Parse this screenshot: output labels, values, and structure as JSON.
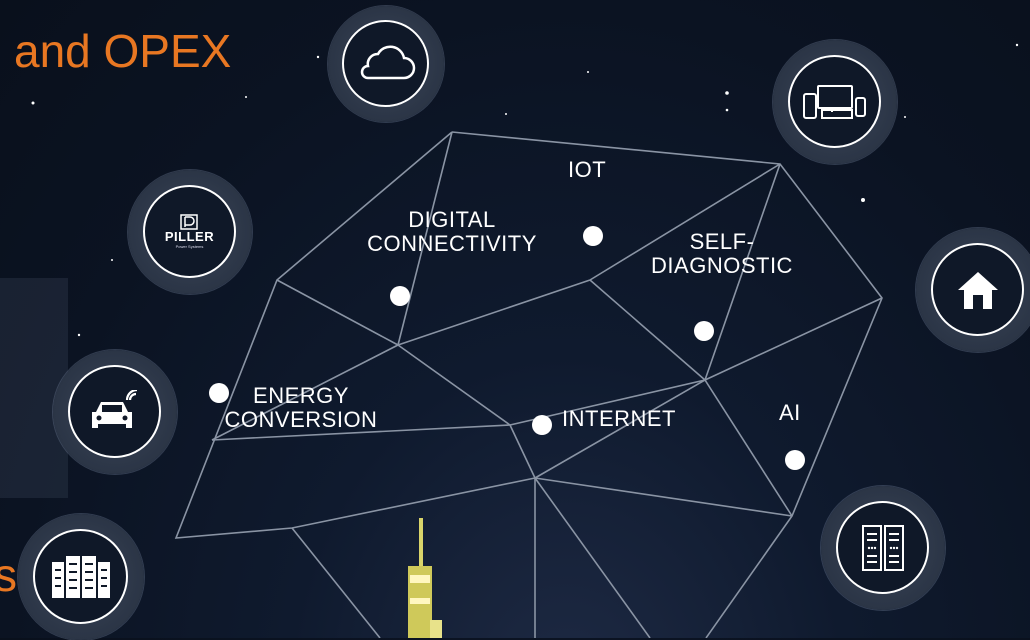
{
  "title": "and OPEX",
  "cut_letter": "s",
  "labels": {
    "iot": "IOT",
    "digital_line1": "DIGITAL",
    "digital_line2": "CONNECTIVITY",
    "self_line1": "SELF-",
    "self_line2": "DIAGNOSTIC",
    "energy_line1": "ENERGY",
    "energy_line2": "CONVERSION",
    "internet": "INTERNET",
    "ai": "AI"
  },
  "logo": {
    "name": "PILLER",
    "tagline": "Power Systems"
  },
  "icons": [
    "cloud-icon",
    "devices-icon",
    "piller-logo",
    "home-icon",
    "car-icon",
    "server-rack-icon",
    "server-icon"
  ],
  "colors": {
    "title": "#e87722",
    "background": "#0b1322",
    "lines": "#8a94a4",
    "text": "#ffffff"
  }
}
